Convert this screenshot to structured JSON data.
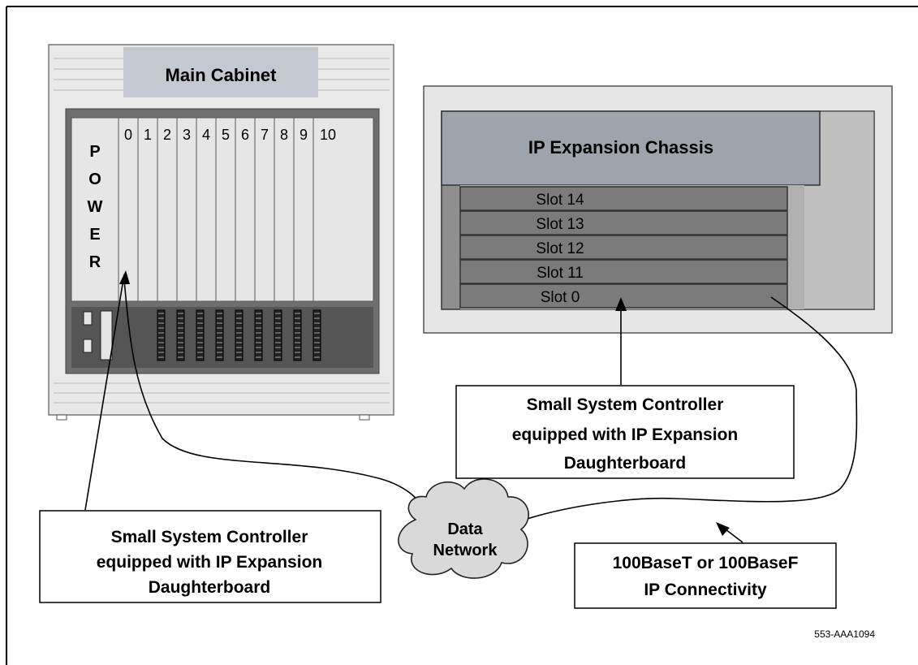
{
  "main_cabinet": {
    "title": "Main Cabinet",
    "power_letters": [
      "P",
      "O",
      "W",
      "E",
      "R"
    ],
    "slot_numbers": [
      "0",
      "1",
      "2",
      "3",
      "4",
      "5",
      "6",
      "7",
      "8",
      "9",
      "10"
    ]
  },
  "expansion_chassis": {
    "title": "IP Expansion Chassis",
    "slots": [
      "Slot 14",
      "Slot 13",
      "Slot 12",
      "Slot 11",
      "Slot  0"
    ]
  },
  "callouts": {
    "left_controller": [
      "Small System Controller",
      "equipped with IP Expansion",
      "Daughterboard"
    ],
    "right_controller": [
      "Small System Controller",
      "equipped with IP Expansion",
      "Daughterboard"
    ],
    "connectivity": [
      "100BaseT or 100BaseF",
      "IP Connectivity"
    ]
  },
  "network": {
    "lines": [
      "Data",
      "Network"
    ]
  },
  "figure_id": "553-AAA1094",
  "colors": {
    "cabinet_gray": "#e9e9e9",
    "panel_dark": "#6e6e6e",
    "slot_fill": "#e6e6e6",
    "chassis_header": "#9ea4ad",
    "chassis_slot": "#7b7b7b",
    "cloud_fill": "#d9d9d9"
  }
}
